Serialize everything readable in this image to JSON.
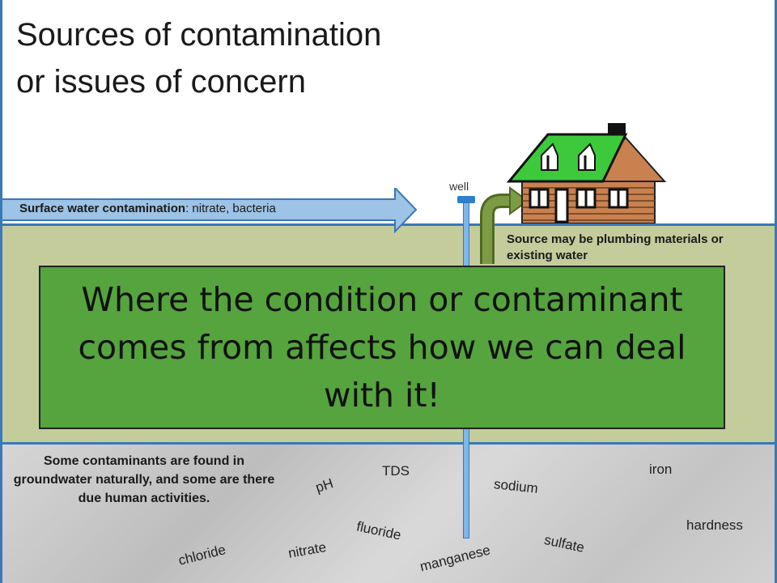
{
  "title": {
    "line1": "Sources of contamination",
    "line2": "or issues of concern"
  },
  "surface_arrow": {
    "label_bold": "Surface water contamination",
    "label_rest": ": nitrate, bacteria"
  },
  "well_label": "well",
  "plumbing_note": "Source may be plumbing materials or existing water",
  "banner_text": "Where the condition or contaminant comes from affects how we can deal with it!",
  "groundwater_note": "Some contaminants are found in groundwater naturally, and some are there due human activities.",
  "contaminants": [
    {
      "name": "pH"
    },
    {
      "name": "TDS"
    },
    {
      "name": "sodium"
    },
    {
      "name": "iron"
    },
    {
      "name": "fluoride"
    },
    {
      "name": "hardness"
    },
    {
      "name": "chloride"
    },
    {
      "name": "nitrate"
    },
    {
      "name": "manganese"
    },
    {
      "name": "sulfate"
    }
  ],
  "colors": {
    "sky": "#ffffff",
    "soil": "#c5cc9c",
    "rock": "#cccccc",
    "banner": "#55a43d",
    "roof": "#3cc93c",
    "wall": "#c8814f",
    "arrow": "#9dc3e6",
    "pipe": "#7eb6ea",
    "bend_pipe": "#6d8a3a"
  }
}
